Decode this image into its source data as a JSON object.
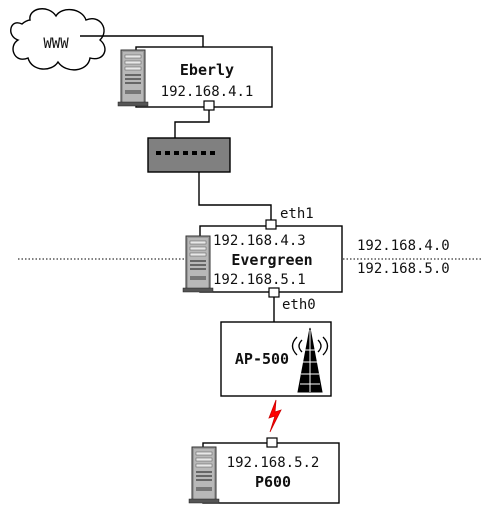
{
  "internet": {
    "label": "WWW",
    "icon": "cloud-icon"
  },
  "nodes": {
    "eberly": {
      "name": "Eberly",
      "ip": "192.168.4.1",
      "icon": "server-tower-icon"
    },
    "switch": {
      "icon": "network-switch-icon"
    },
    "evergreen": {
      "name": "Evergreen",
      "ip_upper": "192.168.4.3",
      "ip_lower": "192.168.5.1",
      "iface_upper": "eth1",
      "iface_lower": "eth0",
      "icon": "server-tower-icon"
    },
    "ap": {
      "name": "AP-500",
      "icon": "radio-tower-icon"
    },
    "p600": {
      "name": "P600",
      "ip": "192.168.5.2",
      "icon": "server-tower-icon"
    }
  },
  "networks": {
    "upper": "192.168.4.0",
    "lower": "192.168.5.0"
  },
  "link_icons": {
    "wireless": "lightning-bolt-icon"
  },
  "colors": {
    "line": "#000000",
    "switch_fill": "#808080",
    "wireless": "#ff0000",
    "server_body": "#9a9a9a"
  }
}
